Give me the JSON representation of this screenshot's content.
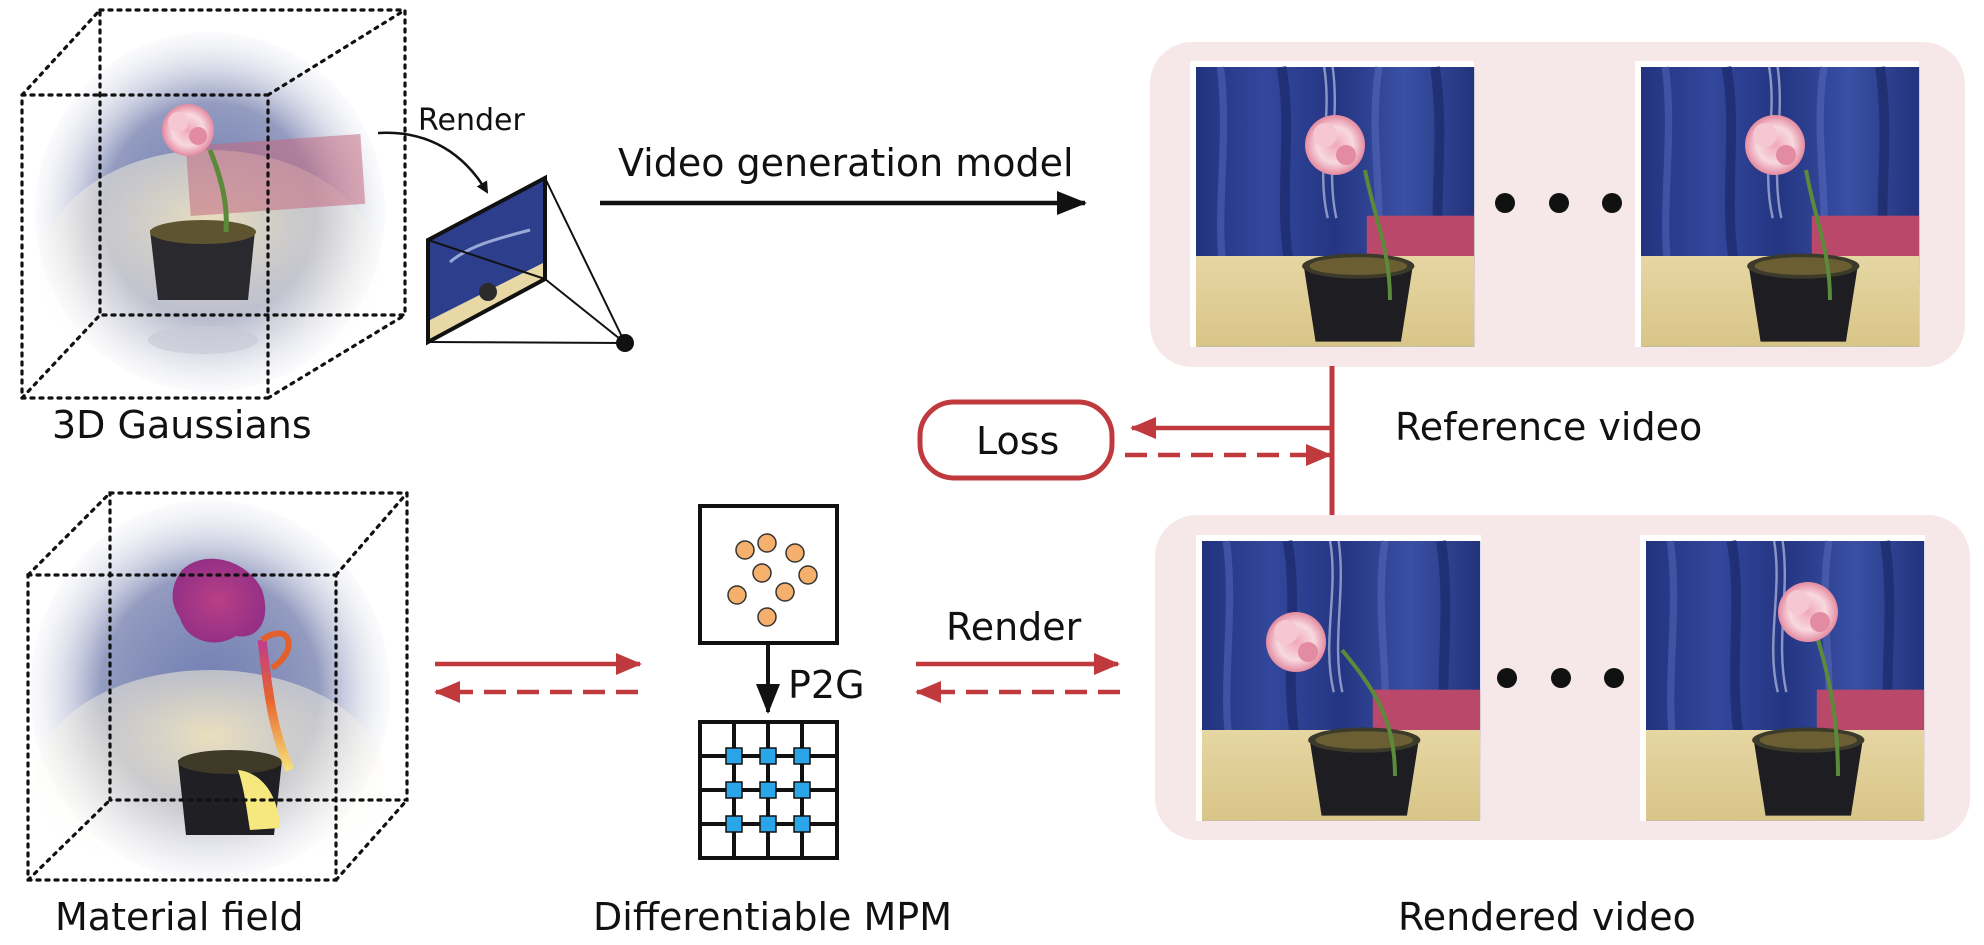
{
  "labels": {
    "gaussians": "3D Gaussians",
    "material_field": "Material field",
    "render_top": "Render",
    "video_model": "Video generation model",
    "reference_video": "Reference video",
    "loss": "Loss",
    "p2g": "P2G",
    "render_bottom": "Render",
    "diff_mpm": "Differentiable MPM",
    "rendered_video": "Rendered video"
  },
  "colors": {
    "accent_red": "#c0393d",
    "panel_bg": "#f6e8e8",
    "particle": "#f4b06c",
    "grid_node": "#2aa6e8",
    "curtain": "#2d3f8c",
    "table": "#e9dcae"
  },
  "icons": {
    "ellipsis": "three-dots-icon",
    "camera": "camera-frustum-icon"
  }
}
